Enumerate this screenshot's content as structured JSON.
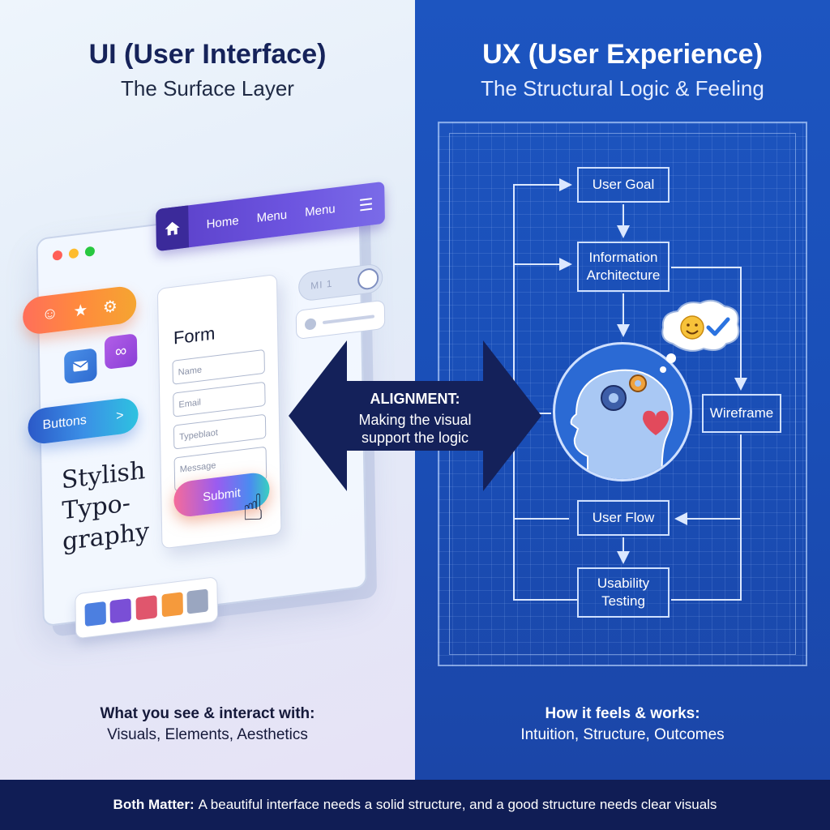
{
  "ui": {
    "title": "UI (User Interface)",
    "subtitle": "The Surface Layer",
    "nav": {
      "home": "Home",
      "menu1": "Menu",
      "menu2": "Menu"
    },
    "toggle_text": "MI 1",
    "buttons_label": "Buttons",
    "buttons_chevron": ">",
    "typography": [
      "Stylish",
      "Typo-",
      "graphy"
    ],
    "form": {
      "title": "Form",
      "fields": [
        "Name",
        "Email",
        "Typeblaot",
        "Message"
      ],
      "submit": "Submit"
    },
    "swatches": [
      "#4c7fe0",
      "#7a4fd6",
      "#e0566d",
      "#f59a3c",
      "#9aa6c0"
    ],
    "caption_strong": "What you see & interact with:",
    "caption": "Visuals, Elements, Aesthetics"
  },
  "ux": {
    "title": "UX (User Experience)",
    "subtitle": "The Structural Logic & Feeling",
    "boxes": {
      "user_goal": "User Goal",
      "info_arch": [
        "Information",
        "Architecture"
      ],
      "wireframe": "Wireframe",
      "user_flow": "User Flow",
      "usability": [
        "Usability",
        "Testing"
      ]
    },
    "caption_strong": "How it feels & works:",
    "caption": "Intuition, Structure, Outcomes"
  },
  "alignment": {
    "title": "ALIGNMENT:",
    "description": [
      "Making the visual",
      "support the logic"
    ]
  },
  "footer": {
    "strong": "Both Matter:",
    "text": "A beautiful interface needs a solid structure, and a good structure needs clear visuals"
  },
  "colors": {
    "ui_text": "#16235a",
    "ux_background": "#1d55c0",
    "footer_background": "#101d55",
    "arrow_fill": "#14215a"
  }
}
